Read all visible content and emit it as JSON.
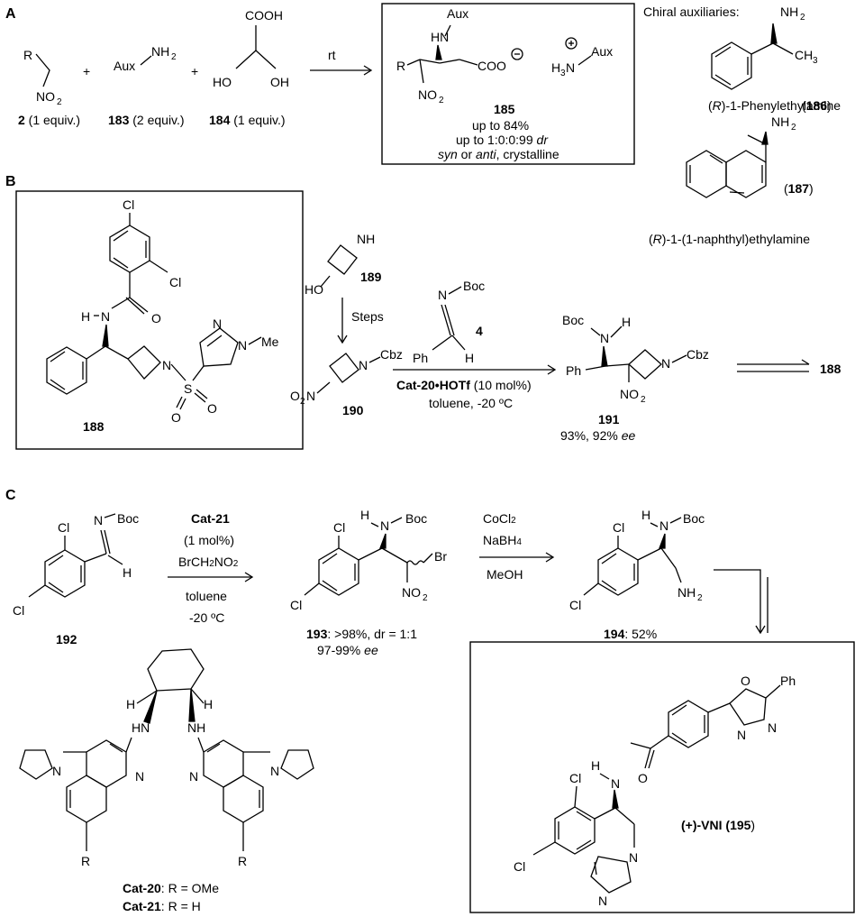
{
  "panels": {
    "A": "A",
    "B": "B",
    "C": "C"
  },
  "panelA": {
    "reagent2_label": "2",
    "reagent2_equiv": " (1 equiv.)",
    "reagent183_label": "183",
    "reagent183_equiv": " (2 equiv.)",
    "reagent184_label": "184",
    "reagent184_equiv": " (1 equiv.)",
    "plus": "+",
    "condition": "rt",
    "product_label": "185",
    "yield": "up to 84%",
    "dr_prefix": "up to 1:0:0:99 ",
    "dr_italic": "dr",
    "syn": "syn",
    "or_word": " or ",
    "anti": "anti",
    "crystalline": ", crystalline",
    "chiral_aux_title": "Chiral auxiliaries:",
    "aux186_label": "186",
    "aux186_name_R": "R",
    "aux186_name_rest": ")-1-Phenylethylamine",
    "aux187_label": "187",
    "aux187_name_R": "R",
    "aux187_name_rest": ")-1-(1-naphthyl)ethylamine"
  },
  "panelB": {
    "target_label": "188",
    "label189": "189",
    "steps": "Steps",
    "label190": "190",
    "reagent4_label": "4",
    "catalyst": "Cat-20•HOTf",
    "cat_loading": " (10 mol%)",
    "conditions": "toluene, -20 ºC",
    "label191": "191",
    "yield191": "93%, 92% ",
    "ee": "ee",
    "final_target": "188"
  },
  "panelC": {
    "label192": "192",
    "catalyst": "Cat-21",
    "cat_loading": "(1 mol%)",
    "reagent": "BrCH2NO2",
    "solvent": "toluene",
    "temp": "-20 ºC",
    "label193": "193",
    "result193": ": >98%, dr = 1:1",
    "ee193": "97-99% ",
    "ee": "ee",
    "red1": "CoCl2",
    "red2": "NaBH4",
    "red3": "MeOH",
    "label194": "194",
    "yield194": ": 52%",
    "final_name": "(+)-VNI (",
    "final_label": "195",
    "final_close": ")",
    "cat20": "Cat-20",
    "cat20_def": ": R = OMe",
    "cat21": "Cat-21",
    "cat21_def": ": R = H"
  },
  "atoms": {
    "R": "R",
    "NO2": "NO",
    "two": "2",
    "Aux": "Aux",
    "NH2": "NH",
    "COOH": "COOH",
    "HO": "HO",
    "OH": "OH",
    "HN": "HN",
    "COO": "COO",
    "H3N": "H",
    "N": "N",
    "NH": "NH",
    "Cl": "Cl",
    "H": "H",
    "Me": "Me",
    "S": "S",
    "O": "O",
    "Cbz": "Cbz",
    "Boc": "Boc",
    "Ph": "Ph",
    "Br": "Br",
    "CH3": "CH",
    "three": "3"
  }
}
